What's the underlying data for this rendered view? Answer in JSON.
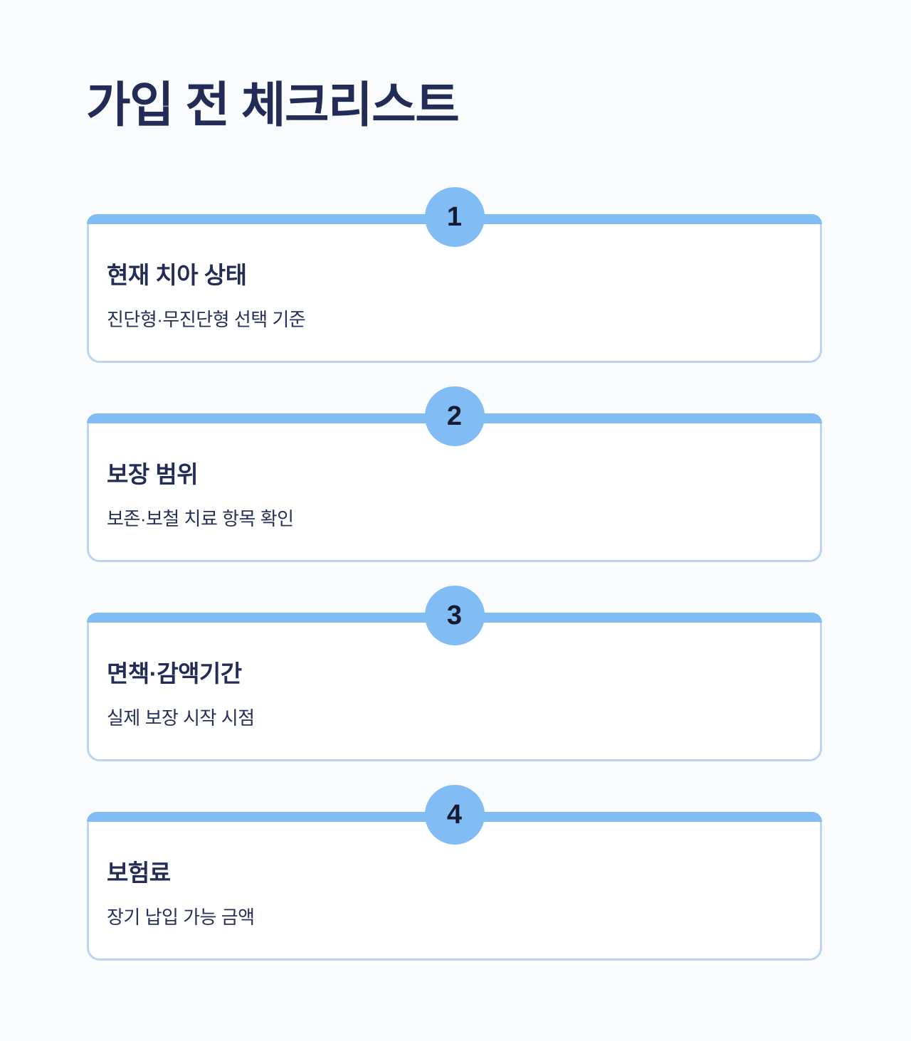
{
  "page": {
    "title": "가입 전 체크리스트"
  },
  "checklist": {
    "items": [
      {
        "number": "1",
        "title": "현재 치아 상태",
        "subtitle": "진단형·무진단형 선택 기준"
      },
      {
        "number": "2",
        "title": "보장 범위",
        "subtitle": "보존·보철 치료 항목 확인"
      },
      {
        "number": "3",
        "title": "면책·감액기간",
        "subtitle": "실제 보장 시작 시점"
      },
      {
        "number": "4",
        "title": "보험료",
        "subtitle": "장기 납입 가능 금액"
      }
    ]
  },
  "colors": {
    "accent_blue": "#82BCF4",
    "card_border_blue": "#BCD4EF",
    "text_navy": "#232C56",
    "number_dark_navy": "#141B32",
    "card_background": "#FFFFFF",
    "page_background": "#FAFBFC"
  }
}
